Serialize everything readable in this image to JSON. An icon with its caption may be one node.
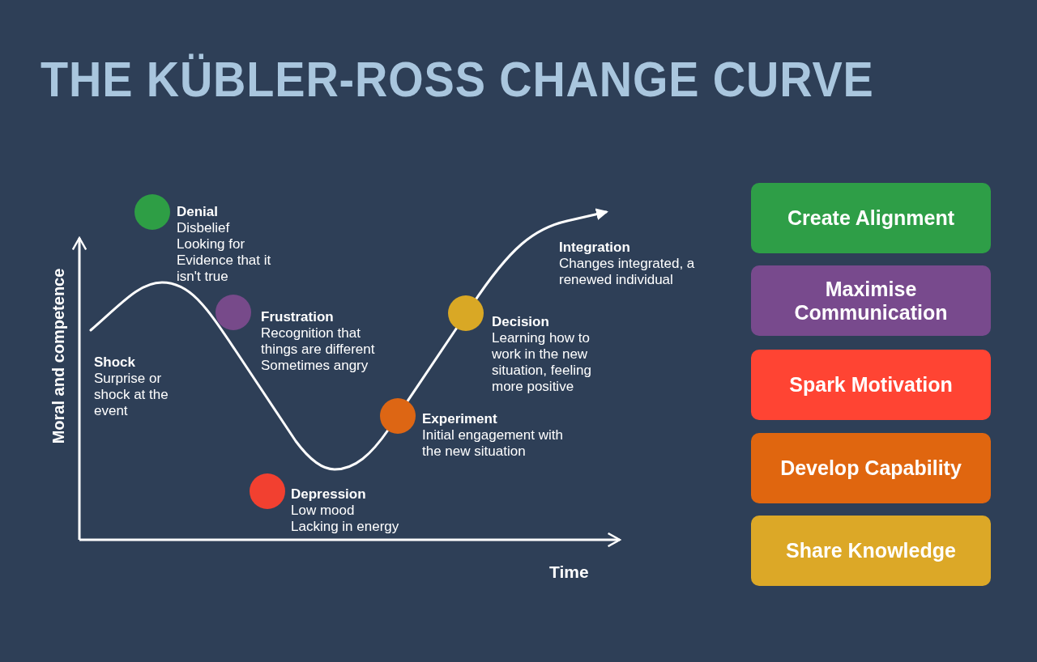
{
  "diagram": {
    "title": "THE KÜBLER-ROSS CHANGE CURVE",
    "nodes": [
      {
        "text": [
          "Denial",
          "Disbelief",
          "Looking for Evidence that it isn't true"
        ]
      },
      {
        "text": [
          "Frustration",
          "Recognition that things are different",
          "Sometimes angry"
        ]
      },
      {
        "text": [
          "Depression",
          "Low mood",
          "Lacking in energy"
        ]
      },
      {
        "text": [
          "Experiment",
          "Initial engagement with the new situation"
        ]
      },
      {
        "text": [
          "Decision",
          "Learning how to work in the new situation, feeling more positive"
        ]
      },
      {
        "text": [
          "Create Alignment"
        ]
      },
      {
        "text": [
          "Maximise Communication"
        ]
      },
      {
        "text": [
          "Spark Motivation"
        ]
      },
      {
        "text": [
          "Develop Capability"
        ]
      },
      {
        "text": [
          "Share Knowledge"
        ]
      }
    ],
    "labels": [
      "Moral and competence",
      "Shock",
      "Surprise or shock at the event",
      "Integration",
      "Changes integrated, a renewed individual",
      "Time"
    ]
  }
}
